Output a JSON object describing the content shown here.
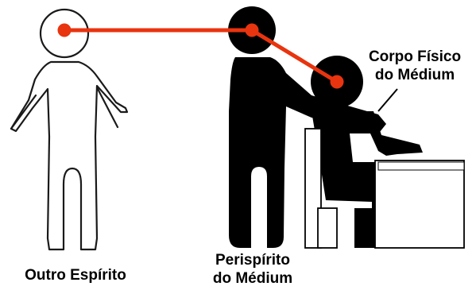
{
  "labels": {
    "other_spirit": "Outro Espírito",
    "medium_perispirit_line1": "Perispírito",
    "medium_perispirit_line2": "do Médium",
    "medium_body_line1": "Corpo Físico",
    "medium_body_line2": "do Médium"
  },
  "colors": {
    "connection": "#e8340f",
    "figure": "#000000",
    "outline": "#1a1a1a",
    "background": "#ffffff"
  }
}
